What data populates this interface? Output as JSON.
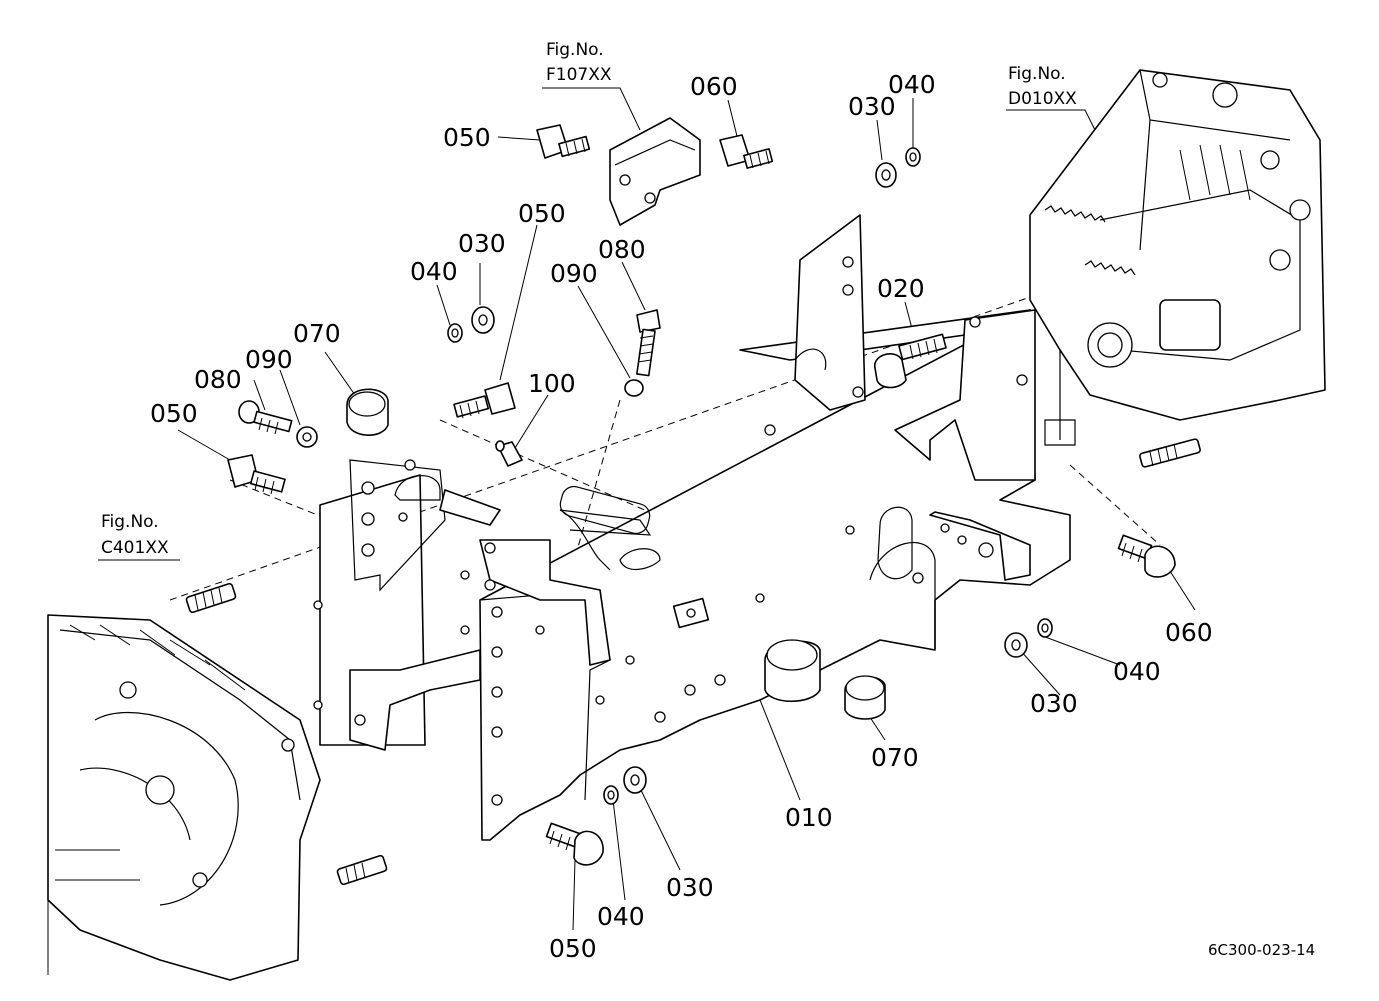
{
  "figure_refs": [
    {
      "label": "Fig.No.",
      "code": "F107XX"
    },
    {
      "label": "Fig.No.",
      "code": "D010XX"
    },
    {
      "label": "Fig.No.",
      "code": "C401XX"
    }
  ],
  "callouts": [
    "050",
    "060",
    "030",
    "040",
    "050",
    "030",
    "040",
    "080",
    "090",
    "070",
    "080",
    "090",
    "050",
    "100",
    "020",
    "060",
    "040",
    "030",
    "070",
    "010",
    "040",
    "030",
    "050"
  ],
  "drawing_code": "6C300-023-14"
}
